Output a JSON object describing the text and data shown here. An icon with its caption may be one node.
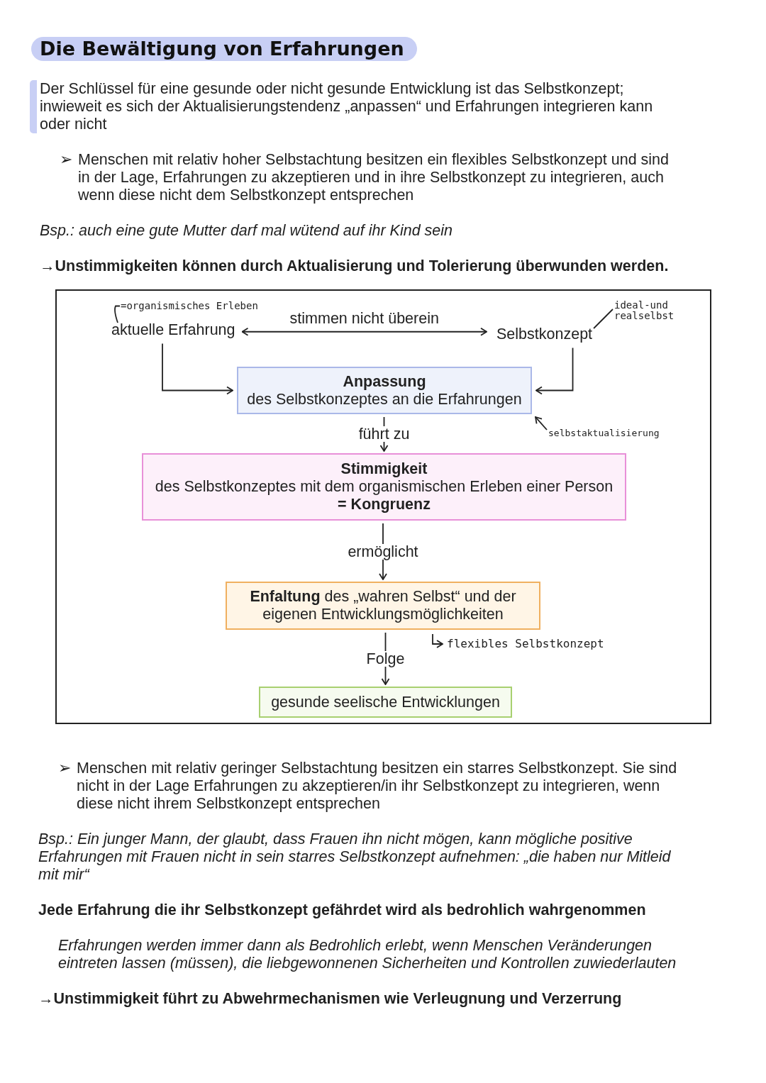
{
  "diagram": {
    "title": "Die Bewältigung von Erfahrungen",
    "nodes": [
      {
        "text": [
          "=organismisches Erleben"
        ]
      },
      {
        "text": [
          "aktuelle Erfahrung"
        ]
      },
      {
        "text": [
          "Selbstkonzept"
        ]
      },
      {
        "text": [
          "ideal-und realselbst"
        ]
      },
      {
        "text": [
          "Anpassung",
          "des Selbstkonzeptes an die Erfahrungen"
        ]
      },
      {
        "text": [
          "selbstaktualisierung"
        ]
      },
      {
        "text": [
          "Stimmigkeit",
          "des Selbstkonzeptes mit dem organismischen Erleben einer Person",
          "= Kongruenz"
        ]
      },
      {
        "text": [
          "**Enfaltung** des „wahren Selbst“ und der eigenen Entwicklungsmöglichkeiten"
        ]
      },
      {
        "text": [
          "flexibles Selbstkonzept"
        ]
      },
      {
        "text": [
          "gesunde seelische Entwicklungen"
        ]
      }
    ],
    "edges": [
      {
        "from": 1,
        "to": 2,
        "arrow": "both",
        "label": "stimmen nicht überein"
      },
      {
        "from": 1,
        "to": 4,
        "arrow": "to"
      },
      {
        "from": 2,
        "to": 4,
        "arrow": "to"
      },
      {
        "from": 4,
        "to": 6,
        "arrow": "to",
        "label": "führt zu"
      },
      {
        "from": 6,
        "to": 7,
        "arrow": "to",
        "label": "ermöglicht"
      },
      {
        "from": 7,
        "to": 9,
        "arrow": "to",
        "label": "Folge"
      },
      {
        "from": 1,
        "to": 0,
        "arrow": "none"
      },
      {
        "from": 3,
        "to": 2,
        "arrow": "none"
      },
      {
        "from": 5,
        "to": 4,
        "arrow": "to"
      },
      {
        "from": 7,
        "to": 8,
        "arrow": "to"
      }
    ],
    "labels": [
      "Der Schlüssel für eine gesunde oder nicht gesunde Entwicklung ist das Selbstkonzept; inwieweit es sich der Aktualisierungstendenz „anpassen“ und Erfahrungen integrieren kann oder nicht",
      "➢",
      "Menschen mit relativ hoher Selbstachtung besitzen ein flexibles Selbstkonzept und sind in der Lage, Erfahrungen zu akzeptieren und in ihre Selbstkonzept zu integrieren, auch wenn diese nicht dem Selbstkonzept entsprechen",
      "Bsp.: auch eine gute Mutter darf mal wütend auf ihr Kind sein",
      "→Unstimmigkeiten können durch Aktualisierung und Tolerierung überwunden werden.",
      "➢",
      "Menschen mit relativ geringer Selbstachtung besitzen ein starres Selbstkonzept. Sie sind nicht in der Lage Erfahrungen zu akzeptieren/in ihr Selbstkonzept zu integrieren, wenn diese nicht ihrem Selbstkonzept entsprechen",
      "Bsp.: Ein junger Mann, der glaubt, dass Frauen ihn nicht mögen, kann mögliche positive Erfahrungen mit Frauen nicht in sein starres Selbstkonzept aufnehmen: „die haben nur Mitleid mit mir“",
      "Jede Erfahrung die ihr Selbstkonzept gefährdet wird als bedrohlich wahrgenommen",
      "Erfahrungen werden immer dann als Bedrohlich erlebt, wenn Menschen Veränderungen eintreten lassen (müssen), die liebgewonnenen Sicherheiten und Kontrollen zuwiederlauten",
      "→Unstimmigkeit führt zu Abwehrmechanismen wie Verleugnung und Verzerrung"
    ]
  }
}
